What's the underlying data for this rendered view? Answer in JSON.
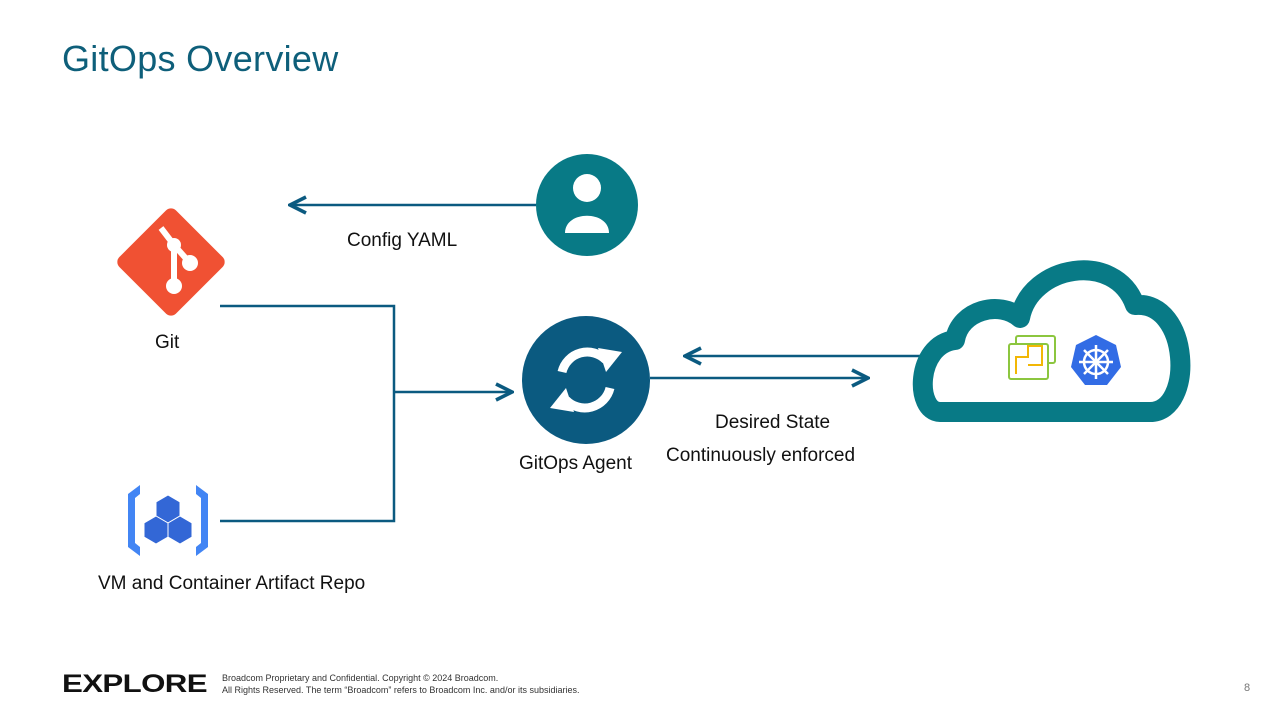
{
  "slide": {
    "title": "GitOps Overview",
    "page_number": "8"
  },
  "nodes": {
    "git": {
      "label": "Git",
      "icon": "git-icon",
      "color": "#f05133"
    },
    "artifact_repo": {
      "label": "VM and Container Artifact Repo",
      "icon": "artifact-registry-icon",
      "color": "#4285f4"
    },
    "user": {
      "icon": "user-icon",
      "color": "#087a86"
    },
    "agent": {
      "label": "GitOps Agent",
      "icon": "sync-icon",
      "color": "#0b5a80"
    },
    "cloud": {
      "icon": "cloud-icon",
      "color": "#087a86",
      "contents": [
        "vsphere-icon",
        "kubernetes-icon"
      ]
    }
  },
  "edges": {
    "user_to_git": {
      "label": "Config YAML"
    },
    "agent_cloud": {
      "label_line1": "Desired State",
      "label_line2": "Continuously enforced"
    }
  },
  "colors": {
    "title": "#0e5f7a",
    "connector": "#0b5a80"
  },
  "footer": {
    "logo": "EXPLORE",
    "line1": "Broadcom Proprietary and Confidential. Copyright © 2024 Broadcom.",
    "line2": "All Rights Reserved. The term “Broadcom” refers to Broadcom Inc. and/or its subsidiaries."
  }
}
